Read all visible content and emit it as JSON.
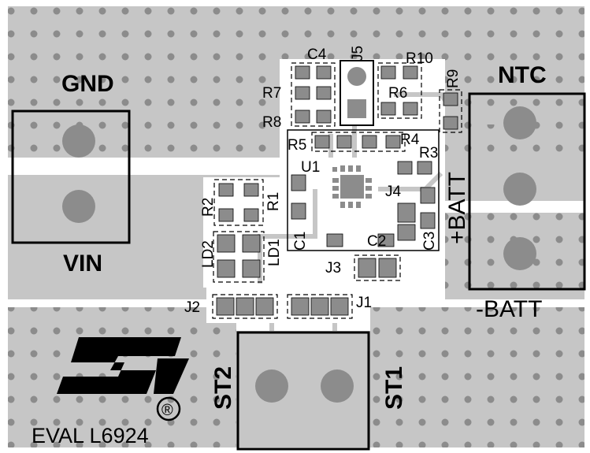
{
  "board": {
    "title": "EVAL L6924",
    "registered_mark": "®",
    "logo": "ST logo"
  },
  "connectors": {
    "gnd": "GND",
    "vin": "VIN",
    "ntc": "NTC",
    "batt_plus": "+BATT",
    "batt_minus": "-BATT",
    "st1": "ST1",
    "st2": "ST2"
  },
  "designators": {
    "c1": "C1",
    "c2": "C2",
    "c3": "C3",
    "c4": "C4",
    "r1": "R1",
    "r2": "R2",
    "r3": "R3",
    "r4": "R4",
    "r5": "R5",
    "r6": "R6",
    "r7": "R7",
    "r8": "R8",
    "r9": "R9",
    "r10": "R10",
    "ld1": "LD1",
    "ld2": "LD2",
    "j1": "J1",
    "j2": "J2",
    "j3": "J3",
    "j4": "J4",
    "j5": "J5",
    "u1": "U1"
  },
  "colors": {
    "copper": "#c6c6c6",
    "pad": "#8c8c8c",
    "background": "#ffffff",
    "outline": "#000000"
  }
}
